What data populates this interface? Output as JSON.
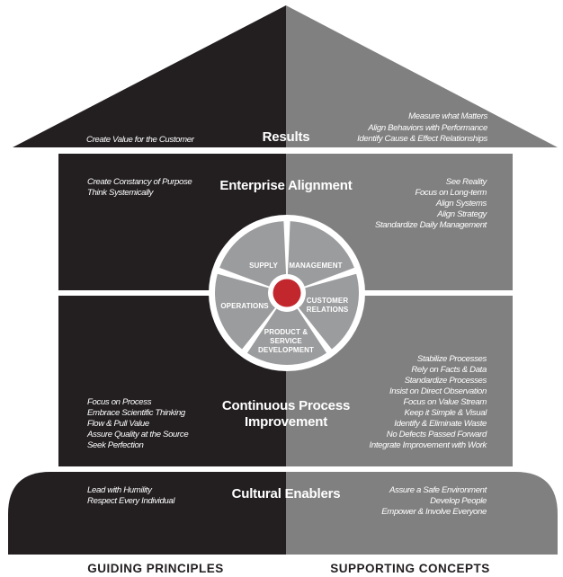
{
  "colors": {
    "principles_dark": "#231f20",
    "concepts_grey": "#808080",
    "wheel_segment": "#9b9c9e",
    "wheel_center": "#c1272d",
    "background": "#ffffff"
  },
  "roof": {
    "title": "Results",
    "principles": [
      "Create Value for the Customer"
    ],
    "concepts": [
      "Measure what Matters",
      "Align Behaviors with Performance",
      "Identify Cause & Effect Relationships"
    ]
  },
  "enterprise_alignment": {
    "title": "Enterprise Alignment",
    "principles": [
      "Create Constancy of Purpose",
      "Think Systemically"
    ],
    "concepts": [
      "See Reality",
      "Focus on Long-term",
      "Align Systems",
      "Align Strategy",
      "Standardize Daily Management"
    ]
  },
  "continuous_improvement": {
    "title_line1": "Continuous Process",
    "title_line2": "Improvement",
    "principles": [
      "Focus on Process",
      "Embrace Scientific Thinking",
      "Flow & Pull Value",
      "Assure Quality at the Source",
      "Seek Perfection"
    ],
    "concepts": [
      "Stabilize Processes",
      "Rely on Facts & Data",
      "Standardize Processes",
      "Insist on Direct Observation",
      "Focus on Value Stream",
      "Keep it Simple & Visual",
      "Identify & Eliminate Waste",
      "No Defects Passed Forward",
      "Integrate Improvement with Work"
    ]
  },
  "cultural_enablers": {
    "title": "Cultural Enablers",
    "principles": [
      "Lead with Humility",
      "Respect Every Individual"
    ],
    "concepts": [
      "Assure a Safe Environment",
      "Develop People",
      "Empower & Involve Everyone"
    ]
  },
  "wheel": {
    "segments": [
      {
        "id": "supply",
        "lines": [
          "SUPPLY"
        ]
      },
      {
        "id": "management",
        "lines": [
          "MANAGEMENT"
        ]
      },
      {
        "id": "customer-relations",
        "lines": [
          "CUSTOMER",
          "RELATIONS"
        ]
      },
      {
        "id": "product-service-development",
        "lines": [
          "PRODUCT &",
          "SERVICE",
          "DEVELOPMENT"
        ]
      },
      {
        "id": "operations",
        "lines": [
          "OPERATIONS"
        ]
      }
    ]
  },
  "footer": {
    "left_label": "GUIDING PRINCIPLES",
    "right_label": "SUPPORTING CONCEPTS"
  }
}
